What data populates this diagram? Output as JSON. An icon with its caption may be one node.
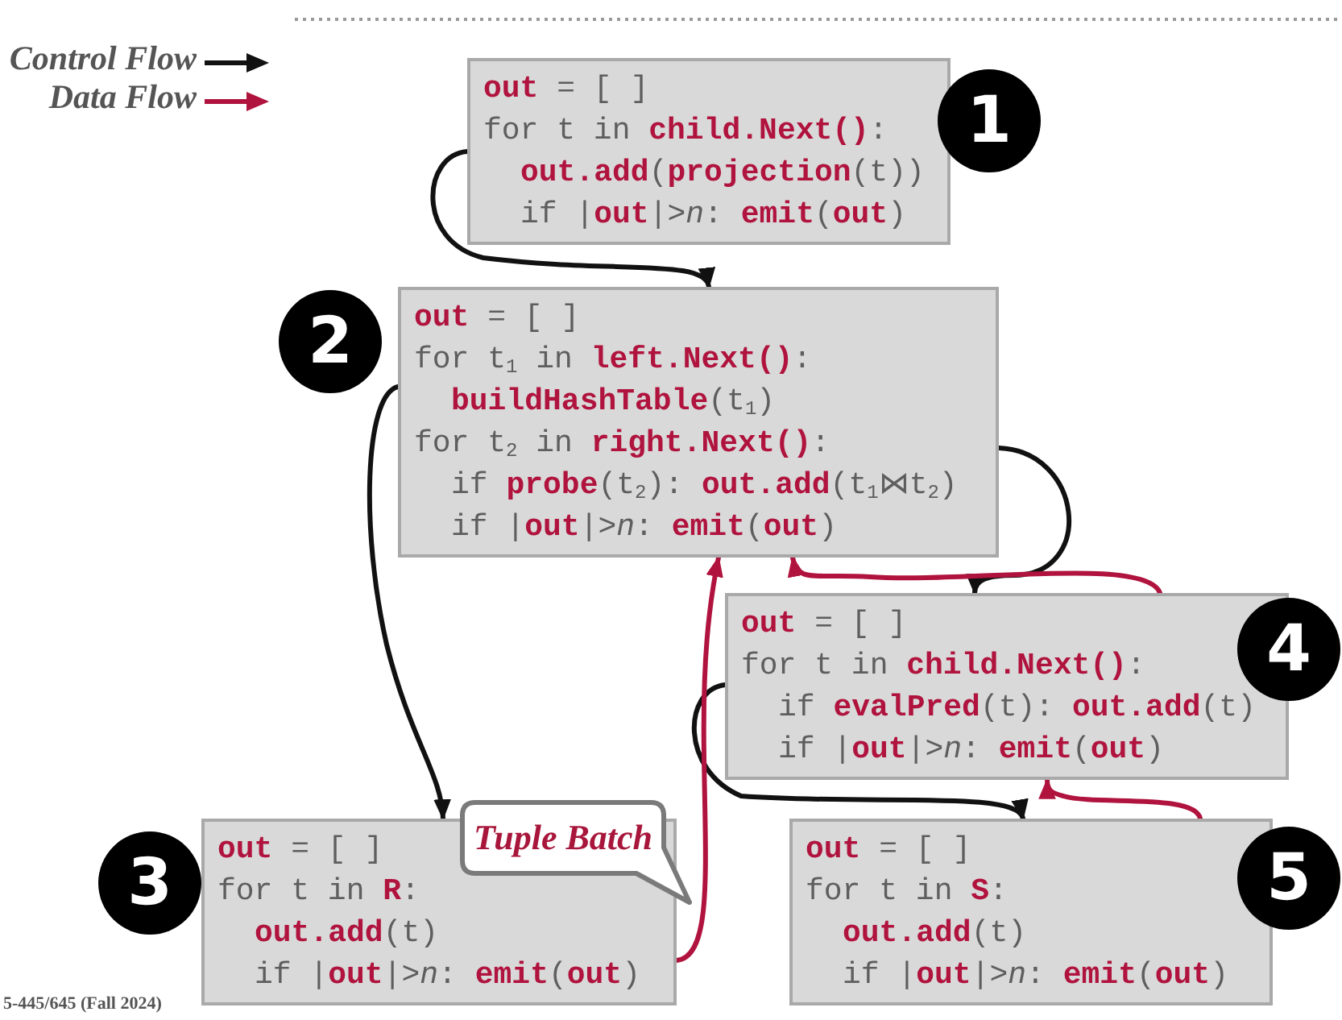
{
  "diagram": {
    "nodes": [
      {
        "text": [
          "**out** = [ ]",
          "for t in **child.Next()**:",
          "**out.add**(**projection**(t))",
          "if |**out**|>*n*: **emit**(**out**)"
        ]
      },
      {
        "text": [
          "1"
        ]
      },
      {
        "text": [
          "2"
        ]
      },
      {
        "text": [
          "**out** = [ ]",
          "for t$_{1}$ in **left.Next()**:",
          "**buildHashTable**(t$_{1}$)",
          "for t$_{2}$ in **right.Next()**:",
          "if **probe**(t$_{2}$): **out.add**(t$_{1}$⋈t$_{2}$)",
          "if |**out**|>*n*: **emit**(**out**)"
        ]
      },
      {
        "text": [
          "**out** = [ ]",
          "for t in **child.Next()**:",
          "if **evalPred**(t): **out.add**(t)",
          "if |**out**|>*n*: **emit**(**out**)"
        ]
      },
      {
        "text": [
          "4"
        ]
      },
      {
        "text": [
          "3"
        ]
      },
      {
        "text": [
          "**out** = [ ]",
          "for t in **R**:",
          "**out.add**(t)",
          "if |**out**|>*n*: **emit**(**out**)"
        ]
      },
      {
        "text": [
          "Tuple Batch"
        ]
      },
      {
        "text": [
          "**out** = [ ]",
          "for t in **S**:",
          "**out.add**(t)",
          "if |**out**|>*n*: **emit**(**out**)"
        ]
      },
      {
        "text": [
          "5"
        ]
      }
    ],
    "edges": [
      {
        "from": 0,
        "to": 3,
        "arrow": "to"
      },
      {
        "from": 3,
        "to": 7,
        "arrow": "to"
      },
      {
        "from": 3,
        "to": 4,
        "arrow": "to"
      },
      {
        "from": 4,
        "to": 9,
        "arrow": "to"
      },
      {
        "from": 7,
        "to": 3,
        "arrow": "to",
        "color": "#b0133d"
      },
      {
        "from": 4,
        "to": 3,
        "arrow": "to",
        "color": "#b0133d"
      },
      {
        "from": 9,
        "to": 4,
        "arrow": "to",
        "color": "#b0133d"
      }
    ],
    "labels": [
      "5-445/645 (Fall 2024)"
    ],
    "legend": [
      {
        "text": "Control Flow"
      },
      {
        "text": "Data Flow"
      }
    ]
  }
}
